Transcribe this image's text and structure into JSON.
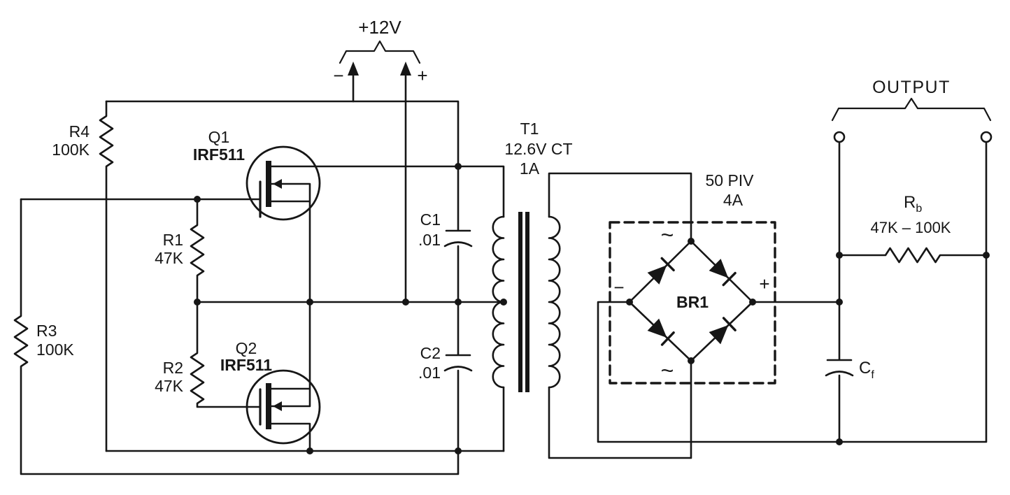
{
  "meta": {
    "description": "Push-pull DC-to-DC converter circuit schematic",
    "ink_color": "#161616",
    "paper_color": "#ffffff"
  },
  "supply": {
    "label": "+12V",
    "neg": "−",
    "pos": "+"
  },
  "q1": {
    "ref": "Q1",
    "part": "IRF511"
  },
  "q2": {
    "ref": "Q2",
    "part": "IRF511"
  },
  "r1": {
    "ref": "R1",
    "value": "47K"
  },
  "r2": {
    "ref": "R2",
    "value": "47K"
  },
  "r3": {
    "ref": "R3",
    "value": "100K"
  },
  "r4": {
    "ref": "R4",
    "value": "100K"
  },
  "rb": {
    "ref": "R",
    "sub": "b",
    "value": "47K – 100K"
  },
  "c1": {
    "ref": "C1",
    "value": ".01"
  },
  "c2": {
    "ref": "C2",
    "value": ".01"
  },
  "cf": {
    "ref": "C",
    "sub": "f"
  },
  "t1": {
    "ref": "T1",
    "rating": "12.6V CT",
    "current": "1A"
  },
  "br1": {
    "ref": "BR1",
    "rating": "50 PIV",
    "current": "4A",
    "ac_top": "~",
    "ac_bottom": "~",
    "neg": "−",
    "pos": "+"
  },
  "output": {
    "label": "OUTPUT"
  }
}
